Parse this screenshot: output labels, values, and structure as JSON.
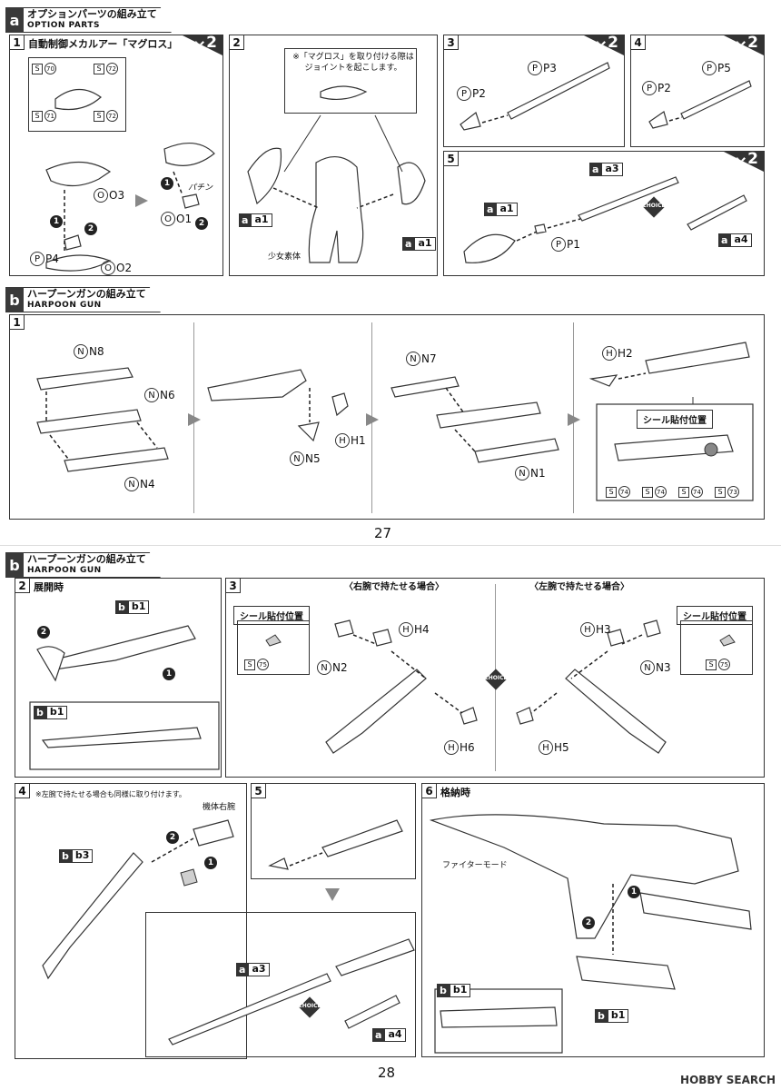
{
  "page_top": {
    "section_a": {
      "letter": "a",
      "jp": "オプションパーツの組み立て",
      "en": "OPTION PARTS"
    },
    "step1": {
      "num": "1",
      "title": "自動制御メカルアー「マグロス」",
      "mult": "2",
      "stickers": [
        {
          "s": "S",
          "n": "70"
        },
        {
          "s": "S",
          "n": "72"
        },
        {
          "s": "S",
          "n": "71"
        },
        {
          "s": "S",
          "n": "72"
        }
      ],
      "runners": [
        "O3",
        "P4",
        "O2",
        "O1"
      ],
      "sfx": "パチン"
    },
    "step2": {
      "num": "2",
      "note": "※「マグロス」を取り付ける際は\nジョイントを起こします。",
      "tags": [
        "a1",
        "a1"
      ],
      "caption": "少女素体"
    },
    "step3": {
      "num": "3",
      "mult": "2",
      "runners": [
        "P3",
        "P2"
      ]
    },
    "step4": {
      "num": "4",
      "mult": "2",
      "runners": [
        "P5",
        "P2"
      ]
    },
    "step5": {
      "num": "5",
      "mult": "2",
      "tags": [
        "a3",
        "a1",
        "a4"
      ],
      "runners": [
        "P1"
      ],
      "choice": "CHOICE"
    },
    "section_b": {
      "letter": "b",
      "jp": "ハープーンガンの組み立て",
      "en": "HARPOON GUN"
    },
    "b_step1": {
      "num": "1",
      "runners": [
        "N8",
        "N6",
        "N4",
        "N5",
        "H1",
        "N7",
        "N1",
        "H2"
      ],
      "sticker_title": "シール貼付位置",
      "stickers": [
        {
          "s": "S",
          "n": "74"
        },
        {
          "s": "S",
          "n": "74"
        },
        {
          "s": "S",
          "n": "74"
        },
        {
          "s": "S",
          "n": "73"
        }
      ]
    },
    "page_number": "27"
  },
  "page_bottom": {
    "section_b": {
      "letter": "b",
      "jp": "ハープーンガンの組み立て",
      "en": "HARPOON GUN"
    },
    "step2": {
      "num": "2",
      "title": "展開時",
      "tags": [
        "b1",
        "b1"
      ]
    },
    "step3": {
      "num": "3",
      "right_title": "〈右腕で持たせる場合〉",
      "left_title": "〈左腕で持たせる場合〉",
      "sticker_title": "シール貼付位置",
      "sticker": {
        "s": "S",
        "n": "75"
      },
      "runners_right": [
        "N2",
        "H4",
        "H6"
      ],
      "runners_left": [
        "H3",
        "N3",
        "H5"
      ],
      "choice": "CHOICE"
    },
    "step4": {
      "num": "4",
      "note": "※左腕で持たせる場合も同様に取り付けます。",
      "label": "機体右腕",
      "tag": "b3"
    },
    "step5": {
      "num": "5",
      "tags": [
        "a3",
        "a4"
      ],
      "choice": "CHOICE"
    },
    "step6": {
      "num": "6",
      "title": "格納時",
      "caption": "ファイターモード",
      "tags": [
        "b1",
        "b1"
      ]
    },
    "page_number": "28",
    "watermark": "HOBBY SEARCH"
  }
}
